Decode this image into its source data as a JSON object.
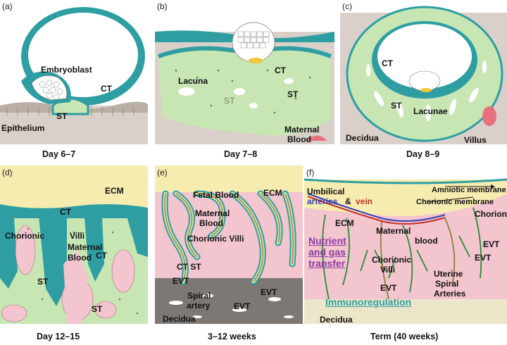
{
  "panels": [
    {
      "tag": "(a)",
      "caption": "Day 6–7",
      "labels": {
        "embryoblast": "Embryoblast",
        "ct": "CT",
        "st": "ST",
        "epithelium": "Epithelium"
      }
    },
    {
      "tag": "(b)",
      "caption": "Day 7–8",
      "labels": {
        "lacuna": "Lacuna",
        "ct": "CT",
        "st1": "ST",
        "st2": "ST",
        "maternal": "Maternal",
        "blood": "Blood"
      }
    },
    {
      "tag": "(c)",
      "caption": "Day 8–9",
      "labels": {
        "ct": "CT",
        "st": "ST",
        "lacunae": "Lacunae",
        "decidua": "Decidua",
        "villus": "Villus"
      }
    },
    {
      "tag": "(d)",
      "caption": "Day 12–15",
      "labels": {
        "ecm": "ECM",
        "ct1": "CT",
        "chorionic": "Chorionic",
        "villi": "Villi",
        "maternal": "Maternal",
        "blood": "Blood",
        "ct2": "CT",
        "st1": "ST",
        "st2": "ST"
      }
    },
    {
      "tag": "(e)",
      "caption": "3–12 weeks",
      "labels": {
        "fetal": "Fetal Blood",
        "ecm": "ECM",
        "maternal": "Maternal",
        "blood": "Blood",
        "chorionic": "Chorionic Villi",
        "ctst": "CT ST",
        "evt1": "EVT",
        "evt2": "EVT",
        "evt3": "EVT",
        "spiral": "Spiral",
        "artery": "artery",
        "decidua": "Decidua"
      }
    },
    {
      "tag": "(f)",
      "caption": "Term (40  weeks)",
      "labels": {
        "umbilical": "Umbilical",
        "arteries": "arteries",
        "amp": "&",
        "vein": "vein",
        "amniotic": "Amniotic membrane",
        "chorionicmem": "Chorionic membrane",
        "chorion": "Chorion",
        "ecm": "ECM",
        "maternal": "Maternal",
        "blood": "blood",
        "nutrient1": "Nutrient",
        "nutrient2": "and gas",
        "nutrient3": "transfer",
        "chorionic": "Chorionic",
        "villi": "Villi",
        "evt1": "EVT",
        "evt2": "EVT",
        "evt3": "EVT",
        "uterine": "Uterine",
        "spiral": "Spiral",
        "arteries2": "Arteries",
        "immuno": "Immunoregulation",
        "decidua": "Decidua"
      }
    }
  ],
  "colors": {
    "teal": "#2e9ea3",
    "syncytio": "#c7e6b3",
    "tissue": "#d9d0c9",
    "maternalBlood": "#f2c5cf",
    "ecm": "#f6ecb0",
    "vessel": "#c47a3a",
    "nutrient": "#8e3aa0",
    "immuno": "#2e9ea3",
    "arteries": "#3a3fb5",
    "vein": "#c4302a"
  }
}
